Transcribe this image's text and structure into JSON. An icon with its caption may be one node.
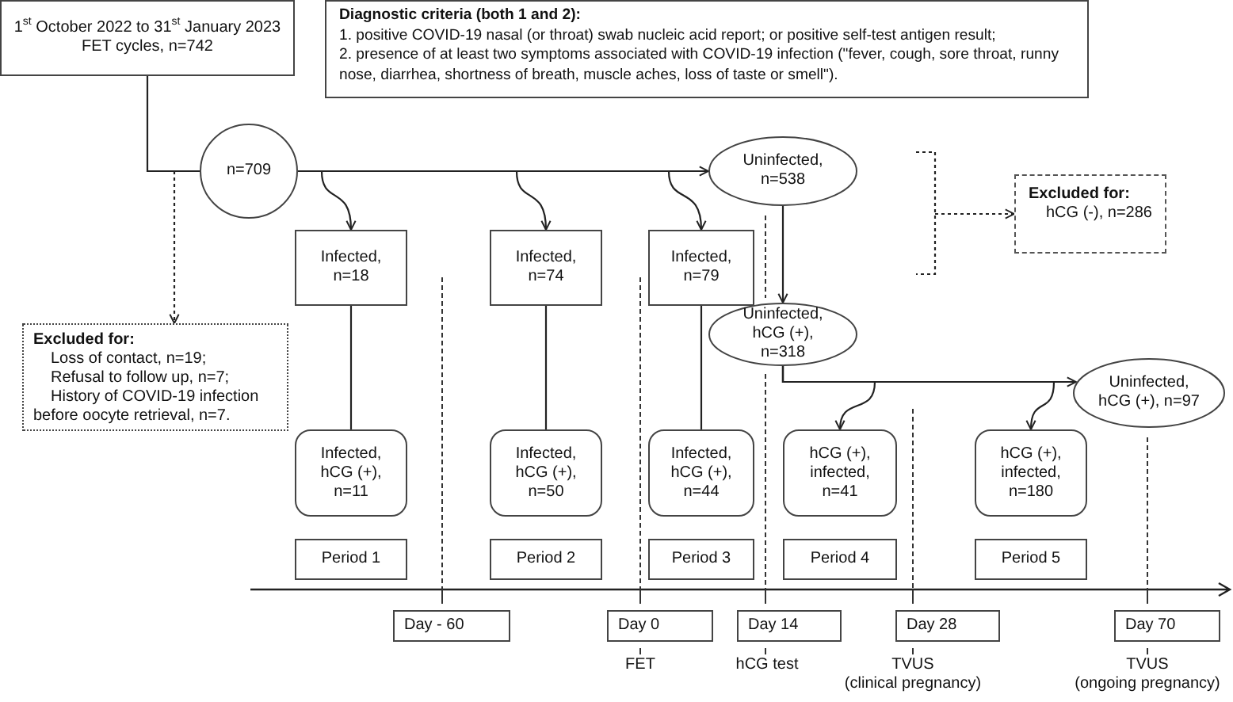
{
  "diagram": {
    "nodes": [
      {
        "text": [
          "1$^{st}$ October 2022 to 31$^{st}$ January 2023 FET cycles, n=742"
        ]
      },
      {
        "text": [
          "Diagnostic criteria (both 1 and 2):",
          "1. positive COVID-19 nasal (or throat) swab nucleic acid report; or positive self-test antigen result;",
          "2. presence of at least two symptoms associated with COVID-19 infection (\"fever, cough, sore throat, runny nose, diarrhea, shortness of breath, muscle aches, loss of taste or smell\")."
        ]
      },
      {
        "text": [
          "n=709"
        ]
      },
      {
        "text": [
          "Infected, n=18"
        ]
      },
      {
        "text": [
          "Infected, n=74"
        ]
      },
      {
        "text": [
          "Infected, n=79"
        ]
      },
      {
        "text": [
          "Uninfected, n=538"
        ]
      },
      {
        "text": [
          "Excluded for:",
          "hCG (-), n=286"
        ]
      },
      {
        "text": [
          "Excluded for:",
          "Loss of contact, n=19;",
          "Refusal to follow up, n=7;",
          "History of COVID-19 infection before oocyte retrieval, n=7."
        ]
      },
      {
        "text": [
          "Uninfected, hCG (+), n=318"
        ]
      },
      {
        "text": [
          "Infected, hCG (+), n=11"
        ]
      },
      {
        "text": [
          "Infected, hCG (+), n=50"
        ]
      },
      {
        "text": [
          "Infected, hCG (+), n=44"
        ]
      },
      {
        "text": [
          "hCG (+), infected, n=41"
        ]
      },
      {
        "text": [
          "hCG (+), infected, n=180"
        ]
      },
      {
        "text": [
          "Uninfected, hCG (+), n=97"
        ]
      },
      {
        "text": [
          "Period 1"
        ]
      },
      {
        "text": [
          "Period 2"
        ]
      },
      {
        "text": [
          "Period 3"
        ]
      },
      {
        "text": [
          "Period 4"
        ]
      },
      {
        "text": [
          "Period 5"
        ]
      },
      {
        "text": [
          "Day - 60"
        ]
      },
      {
        "text": [
          "Day 0"
        ],
        "beside": [
          "FET"
        ]
      },
      {
        "text": [
          "Day 14"
        ],
        "beside": [
          "hCG test"
        ]
      },
      {
        "text": [
          "Day 28"
        ],
        "beside": [
          "TVUS",
          "(clinical pregnancy)"
        ]
      },
      {
        "text": [
          "Day 70"
        ],
        "beside": [
          "TVUS",
          "(ongoing pregnancy)"
        ]
      }
    ],
    "edges": [
      {
        "from": 0,
        "to": 2,
        "arrow": "none"
      },
      {
        "from": 2,
        "to": 6,
        "arrow": "to"
      },
      {
        "from": 2,
        "to": 3,
        "arrow": "to"
      },
      {
        "from": 2,
        "to": 4,
        "arrow": "to"
      },
      {
        "from": 2,
        "to": 5,
        "arrow": "to"
      },
      {
        "from": 2,
        "to": 8,
        "arrow": "to",
        "style": "dashed"
      },
      {
        "from": null,
        "to": 7,
        "arrow": "to",
        "style": "dashed"
      },
      {
        "from": 6,
        "to": 9,
        "arrow": "to"
      },
      {
        "from": 3,
        "to": 10,
        "arrow": "none"
      },
      {
        "from": 4,
        "to": 11,
        "arrow": "none"
      },
      {
        "from": 5,
        "to": 12,
        "arrow": "none"
      },
      {
        "from": 9,
        "to": 15,
        "arrow": "to"
      },
      {
        "from": 9,
        "to": 13,
        "arrow": "to"
      },
      {
        "from": 9,
        "to": 14,
        "arrow": "to"
      }
    ]
  }
}
